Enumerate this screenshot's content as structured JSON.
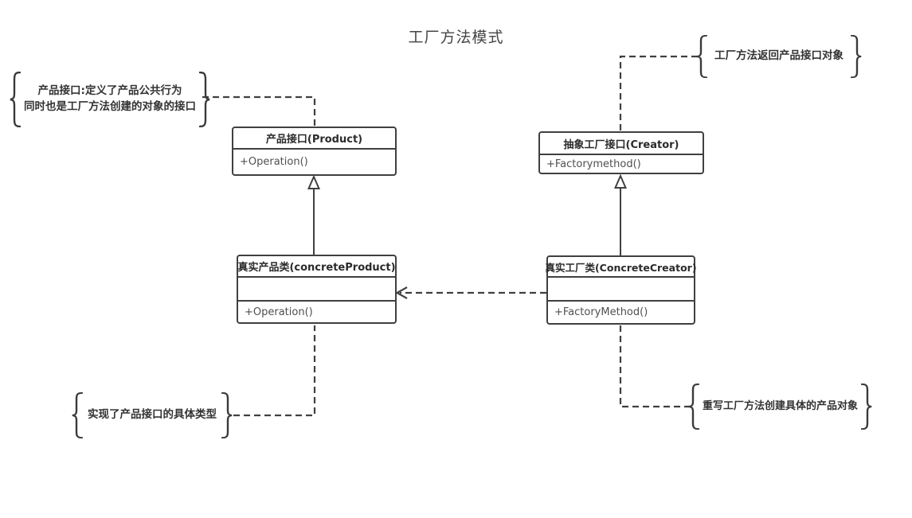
{
  "title": "工厂方法模式",
  "classes": {
    "product": {
      "name": "产品接口(Product)",
      "method": "+Operation()"
    },
    "creator": {
      "name": "抽象工厂接口(Creator)",
      "method": "+Factorymethod()"
    },
    "concrete_product": {
      "name": "真实产品类(concreteProduct)",
      "attributes": "",
      "method": "+Operation()"
    },
    "concrete_creator": {
      "name": "真实工厂类(ConcreteCreator)",
      "attributes": "",
      "method": "+FactoryMethod()"
    }
  },
  "notes": {
    "product": {
      "line1": "产品接口:定义了产品公共行为",
      "line2": "同时也是工厂方法创建的对象的接口"
    },
    "creator": {
      "text": "工厂方法返回产品接口对象"
    },
    "concrete_product": {
      "text": "实现了产品接口的具体类型"
    },
    "concrete_creator": {
      "text": "重写工厂方法创建具体的产品对象"
    }
  },
  "relations": {
    "concrete_product_to_product": "generalization",
    "concrete_creator_to_creator": "generalization",
    "concrete_creator_to_concrete_product": "dependency"
  },
  "colors": {
    "stroke": "#404040",
    "title_text": "#454545",
    "class_name_text": "#2b2b2b",
    "method_text": "#4f4f4f",
    "note_text": "#333333",
    "background": "#ffffff"
  }
}
